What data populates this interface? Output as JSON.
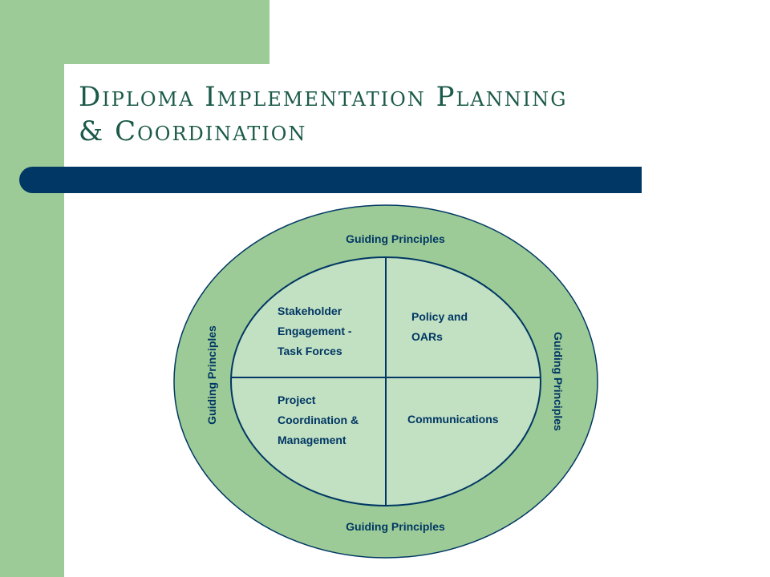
{
  "title": "Diploma Implementation Planning\n& Coordination",
  "ring_label": "Guiding Principles",
  "quadrants": {
    "top_left": "Stakeholder\nEngagement -\nTask Forces",
    "top_right": "Policy and\nOARs",
    "bottom_left": "Project\nCoordination &\nManagement",
    "bottom_right": "Communications"
  },
  "colors": {
    "outer_ring": "#9dcb97",
    "inner_fill": "#c2e0c2",
    "text": "#003764",
    "title": "#1b5a48"
  }
}
